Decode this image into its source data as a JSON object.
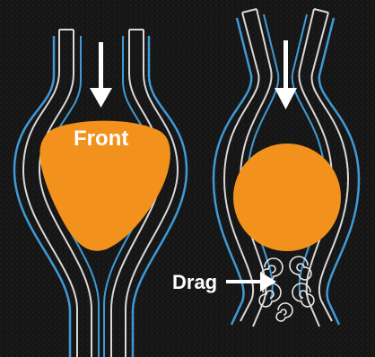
{
  "labels": {
    "front": "Front",
    "drag": "Drag"
  },
  "colors": {
    "background": "#151515",
    "object_fill": "#f2921c",
    "flow_line_blue": "#3f9ad6",
    "channel_wall": "#d9d9d9",
    "arrow": "#ffffff",
    "vortex": "#e6e6e6"
  },
  "panels": [
    {
      "name": "left-panel",
      "object_shape": "rounded-triangle",
      "flow": "smooth"
    },
    {
      "name": "right-panel",
      "object_shape": "circle",
      "flow": "vortices-behind"
    }
  ]
}
